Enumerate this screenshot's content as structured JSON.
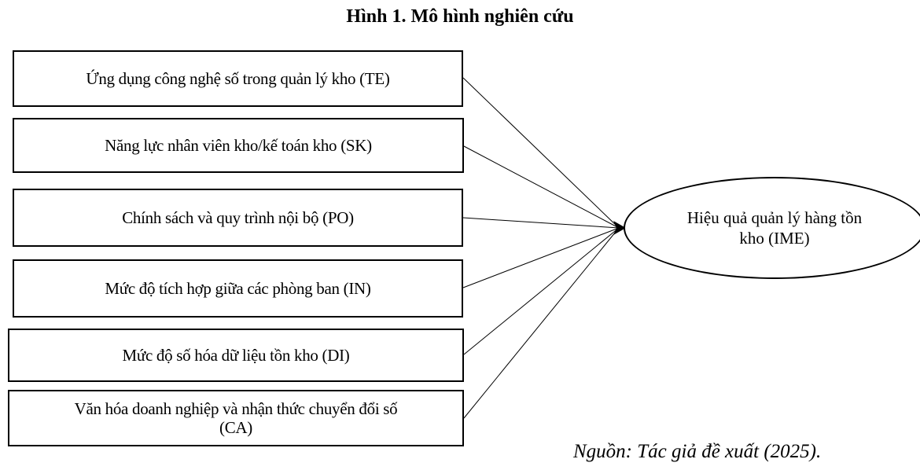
{
  "title": "Hình 1. Mô hình nghiên cứu",
  "factors": [
    {
      "code": "TE",
      "label": "Ứng dụng công nghệ số trong quản lý kho (TE)"
    },
    {
      "code": "SK",
      "label": "Năng lực nhân viên kho/kế toán kho (SK)"
    },
    {
      "code": "PO",
      "label": "Chính sách và quy trình nội bộ (PO)"
    },
    {
      "code": "IN",
      "label": "Mức độ tích hợp giữa các phòng ban (IN)"
    },
    {
      "code": "DI",
      "label": "Mức độ số hóa dữ liệu tồn kho (DI)"
    },
    {
      "code": "CA",
      "label": "Văn hóa doanh nghiệp và nhận thức chuyển đổi số (CA)"
    }
  ],
  "outcome": {
    "code": "IME",
    "label": "Hiệu quả quản lý hàng tồn kho (IME)"
  },
  "relationships": [
    {
      "from": "TE",
      "to": "IME"
    },
    {
      "from": "SK",
      "to": "IME"
    },
    {
      "from": "PO",
      "to": "IME"
    },
    {
      "from": "IN",
      "to": "IME"
    },
    {
      "from": "DI",
      "to": "IME"
    },
    {
      "from": "CA",
      "to": "IME"
    }
  ],
  "source": "Nguồn: Tác giả đề xuất (2025)."
}
